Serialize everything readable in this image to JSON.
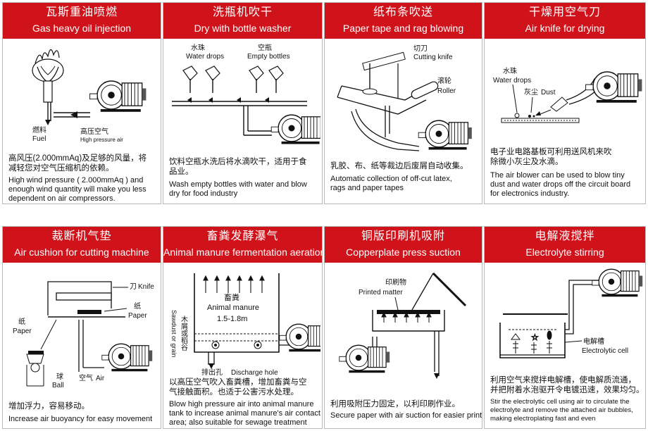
{
  "panels": [
    {
      "title_zh": "瓦斯重油喷燃",
      "title_en": "Gas heavy oil injection",
      "labels": {
        "fuel_zh": "燃料",
        "fuel_en": "Fuel",
        "air_zh": "高压空气",
        "air_en": "High pressure air"
      },
      "desc_zh": [
        "高风压(2.000mmAq)及足够的风量，将",
        "减轻您对空气压缩机的依赖。"
      ],
      "desc_en": [
        "High wind pressure ( 2.000mmAq ) and",
        "enough wind quantity will make you less",
        "dependent on air compressors."
      ]
    },
    {
      "title_zh": "洗瓶机吹干",
      "title_en": "Dry with bottle washer",
      "labels": {
        "water_zh": "水珠",
        "water_en": "Water drops",
        "bottles_zh": "空瓶",
        "bottles_en": "Empty bottles"
      },
      "desc_zh": [
        "饮料空瓶水洗后将水滴吹干，适用于食",
        "品业。"
      ],
      "desc_en": [
        "Wash empty bottles with water and blow",
        "dry for food industry"
      ]
    },
    {
      "title_zh": "纸布条吹送",
      "title_en": "Paper tape and rag blowing",
      "labels": {
        "knife_zh": "切刀",
        "knife_en": "Cutting knife",
        "roller_zh": "滚轮",
        "roller_en": "Roller"
      },
      "desc_zh": [
        "乳胶、布、纸等裁边后废屑自动收集。"
      ],
      "desc_en": [
        "Automatic collection of off-cut latex,",
        "rags and paper tapes"
      ]
    },
    {
      "title_zh": "干燥用空气刀",
      "title_en": "Air knife for drying",
      "labels": {
        "water_zh": "水珠",
        "water_en": "Water drops",
        "dust_zh": "灰尘",
        "dust_en": "Dust"
      },
      "desc_zh": [
        "电子业电路基板可利用送风机来吹",
        "除微小灰尘及水滴。"
      ],
      "desc_en": [
        "The air blower can be used to blow tiny",
        "dust and water drops off the circuit board",
        "for electronics industry."
      ]
    },
    {
      "title_zh": "裁断机气垫",
      "title_en": "Air cushion for cutting machine",
      "labels": {
        "knife_zh": "刀",
        "knife_en": "Knife",
        "paper_zh": "纸",
        "paper_en": "Paper",
        "paper2_zh": "纸",
        "paper2_en": "Paper",
        "ball_zh": "球",
        "ball_en": "Ball",
        "air_zh": "空气",
        "air_en": "Air"
      },
      "desc_zh": [
        "增加浮力，容易移动。"
      ],
      "desc_en": [
        "Increase air buoyancy for easy movement"
      ]
    },
    {
      "title_zh": "畜粪发酵瀑气",
      "title_en": "Animal manure fermentation aeration",
      "labels": {
        "manure_zh": "畜粪",
        "manure_en": "Animal manure",
        "depth": "1.5-1.8m",
        "sawdust_zh": "木屑或稻谷",
        "sawdust_en": "Sawdust or grain",
        "hole_zh": "排出孔",
        "hole_en": "Discharge hole"
      },
      "desc_zh": [
        "以高压空气吹入畜粪槽，增加畜粪与空",
        "气接触面积。也适于公害污水处理。"
      ],
      "desc_en": [
        "Blow high pressure air into animal manure",
        "tank to increase animal manure's air contact",
        "area; also suitable for sewage treatment"
      ]
    },
    {
      "title_zh": "铜版印刷机吸附",
      "title_en": "Copperplate press suction",
      "labels": {
        "printed_zh": "印刷物",
        "printed_en": "Printed matter"
      },
      "desc_zh": [
        "利用吸附压力固定，以利印刷作业。"
      ],
      "desc_en": [
        "Secure paper with air suction for easier printing"
      ]
    },
    {
      "title_zh": "电解液搅拌",
      "title_en": "Electrolyte stirring",
      "labels": {
        "cell_zh": "电解槽",
        "cell_en": "Electrolytic cell"
      },
      "desc_zh": [
        "利用空气来搅拌电解槽，使电解质流通，",
        "并把附着水泡驱开令电镀迅速，效果均匀。"
      ],
      "desc_en": [
        "Stir the electrolytic cell using air to circulate the",
        "electrolyte and remove the attached air bubbles,",
        "making electroplating fast and even"
      ]
    }
  ]
}
